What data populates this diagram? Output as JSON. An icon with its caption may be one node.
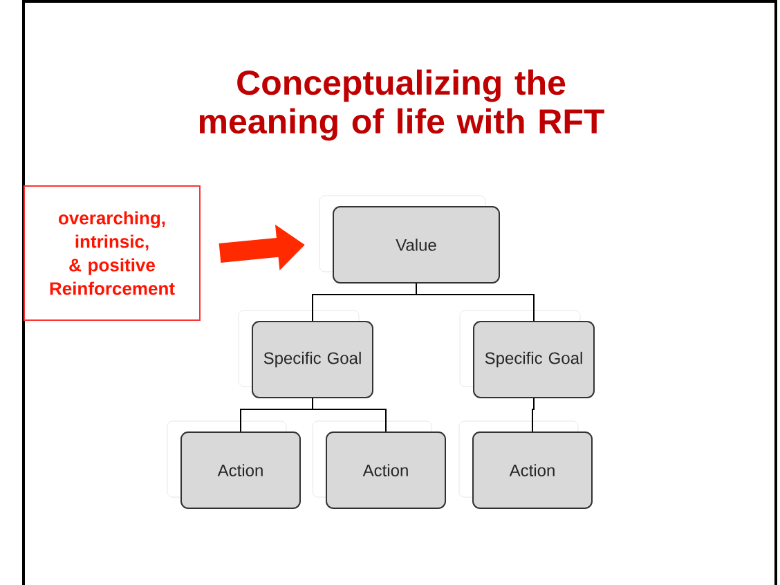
{
  "diagram": {
    "title": "Conceptualizing the meaning of life with RFT",
    "nodes": [
      {
        "text": [
          "overarching, intrinsic, & positive Reinforcement"
        ]
      },
      {
        "text": [
          "Value"
        ]
      },
      {
        "text": [
          "Specific Goal"
        ]
      },
      {
        "text": [
          "Specific Goal"
        ]
      },
      {
        "text": [
          "Action"
        ]
      },
      {
        "text": [
          "Action"
        ]
      },
      {
        "text": [
          "Action"
        ]
      }
    ],
    "edges": [
      {
        "from": 0,
        "to": 1,
        "arrow": "to",
        "style": "thick",
        "color": "#ff2a00"
      },
      {
        "from": 1,
        "to": 2,
        "arrow": "none"
      },
      {
        "from": 1,
        "to": 3,
        "arrow": "none"
      },
      {
        "from": 2,
        "to": 4,
        "arrow": "none"
      },
      {
        "from": 2,
        "to": 5,
        "arrow": "none"
      },
      {
        "from": 3,
        "to": 6,
        "arrow": "none"
      }
    ]
  }
}
